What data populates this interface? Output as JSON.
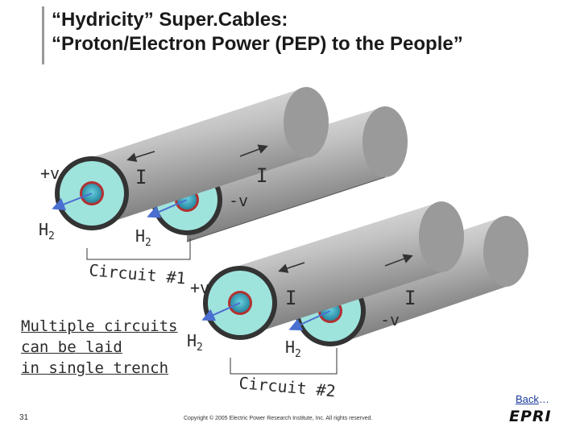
{
  "title": {
    "line1": "“Hydricity” Super.Cables:",
    "line2": "“Proton/Electron Power (PEP) to the People”"
  },
  "labels": {
    "plus_v": "+v",
    "minus_v": "-v",
    "current": "I",
    "h2": "H",
    "h2_sub": "2",
    "circuit1": "Circuit #1",
    "circuit2": "Circuit #2"
  },
  "note": {
    "line1": "Multiple circuits",
    "line2": "can be laid",
    "line3": "in single trench"
  },
  "footer": {
    "page_number": "31",
    "copyright": "Copyright © 2005 Electric Power Research Institute, Inc. All rights reserved.",
    "back_link": "Back",
    "back_suffix": "…",
    "logo_text": "EPRI"
  },
  "colors": {
    "cable": "#b9b9b9",
    "inner_ring": "#9fe3dd",
    "conductor": "#3f9fb5",
    "arrow": "#4a6fd0"
  }
}
